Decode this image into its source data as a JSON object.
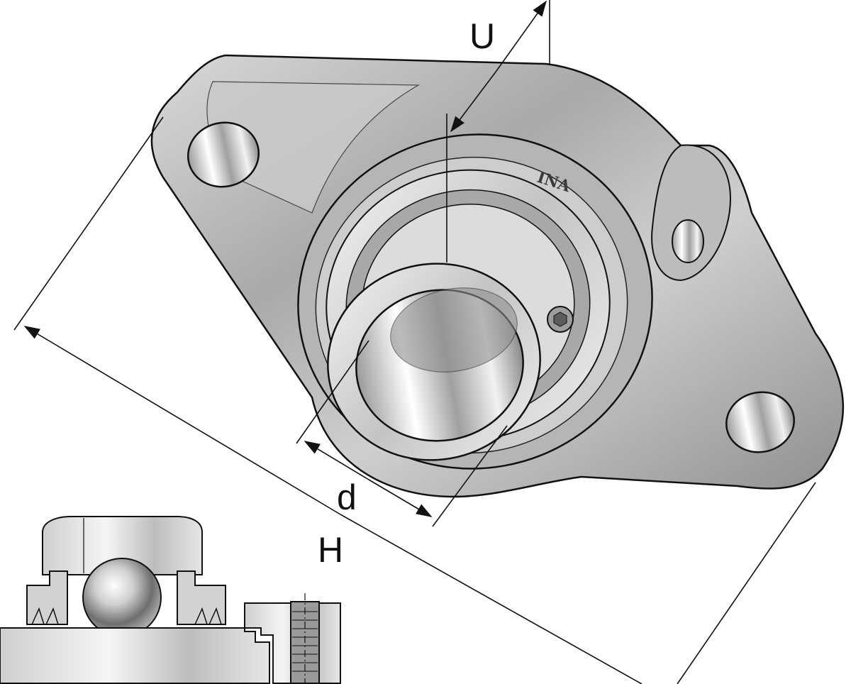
{
  "dimensions": {
    "u_label": "U",
    "d_label": "d",
    "h_label": "H"
  },
  "housing": {
    "brand_mark": "INA"
  },
  "colors": {
    "line": "#111111",
    "metal_light": "#e9e9e9",
    "metal_mid": "#b8b8b8",
    "metal_dark": "#7a7a7a",
    "background": "#ffffff"
  }
}
